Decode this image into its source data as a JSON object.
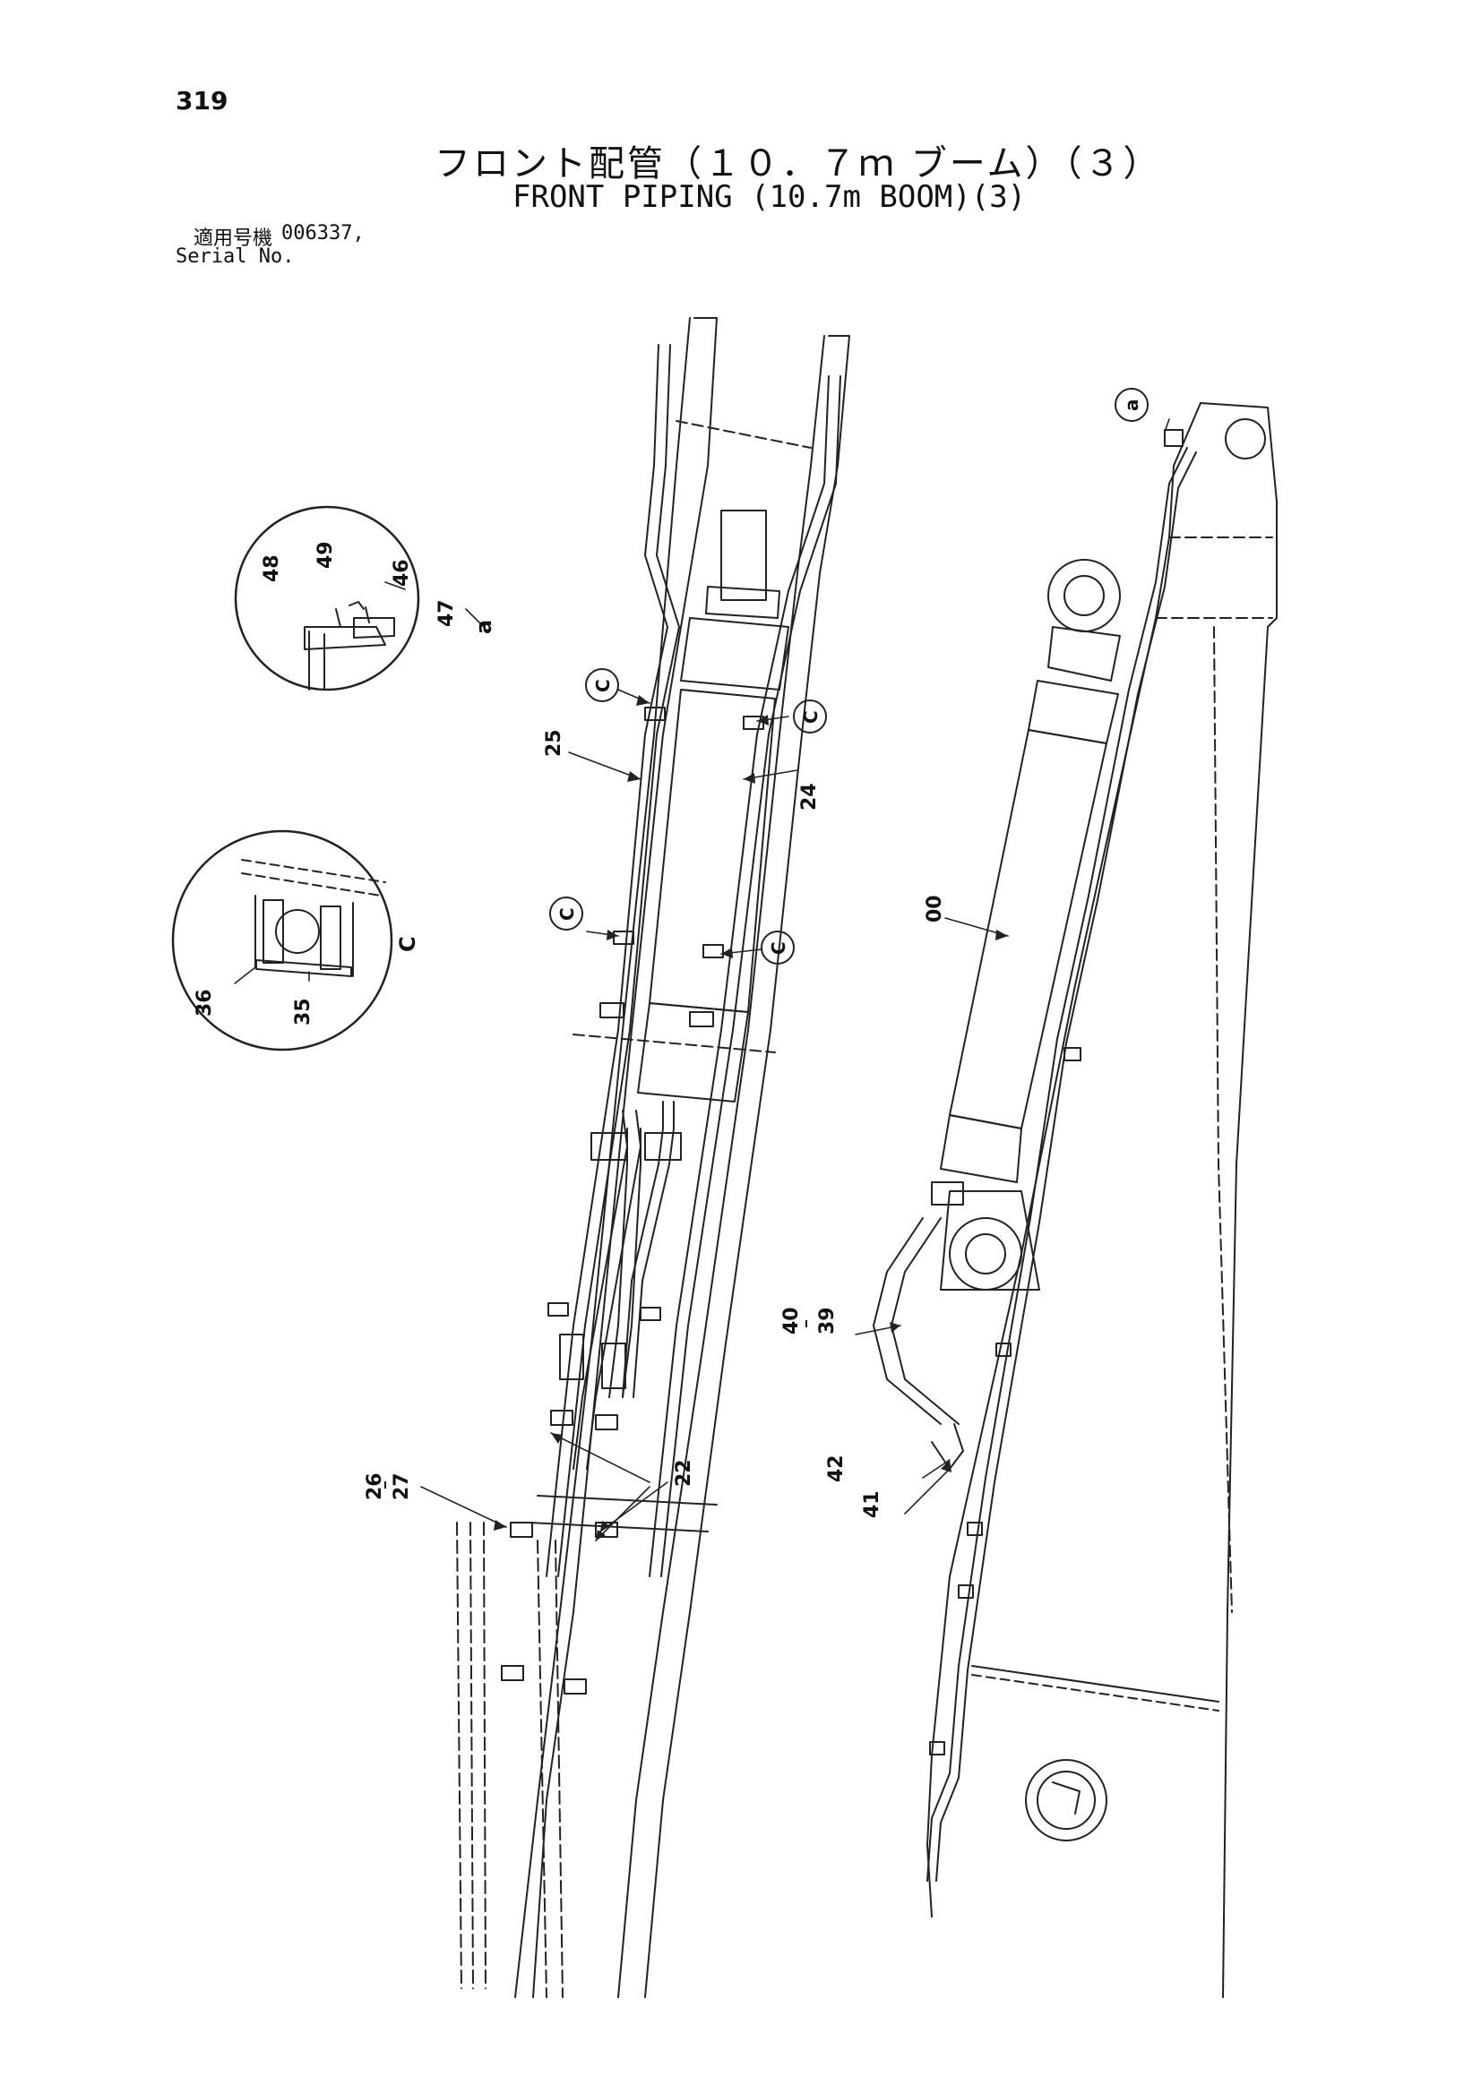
{
  "header": {
    "page_number": "319",
    "title_ja": "フロント配管（１０．７ｍ ブーム）（３）",
    "title_en": "FRONT PIPING (10.7m BOOM)(3)",
    "serial_label_ja": "適用号機",
    "serial_value": "006337,",
    "serial_label_en": "Serial No."
  },
  "callouts": {
    "detail_a_parts": [
      "48",
      "49",
      "46",
      "47"
    ],
    "detail_a_label": "a",
    "detail_c_parts": [
      "36",
      "35"
    ],
    "detail_c_label": "C",
    "ref_c": "C",
    "ref_a": "a",
    "p25": "25",
    "p24": "24",
    "p00": "00",
    "p40_39": "40\n-\n39",
    "p40": "40",
    "p39": "39",
    "p42": "42",
    "p41": "41",
    "p22": "22",
    "p26": "26",
    "p27": "27"
  }
}
